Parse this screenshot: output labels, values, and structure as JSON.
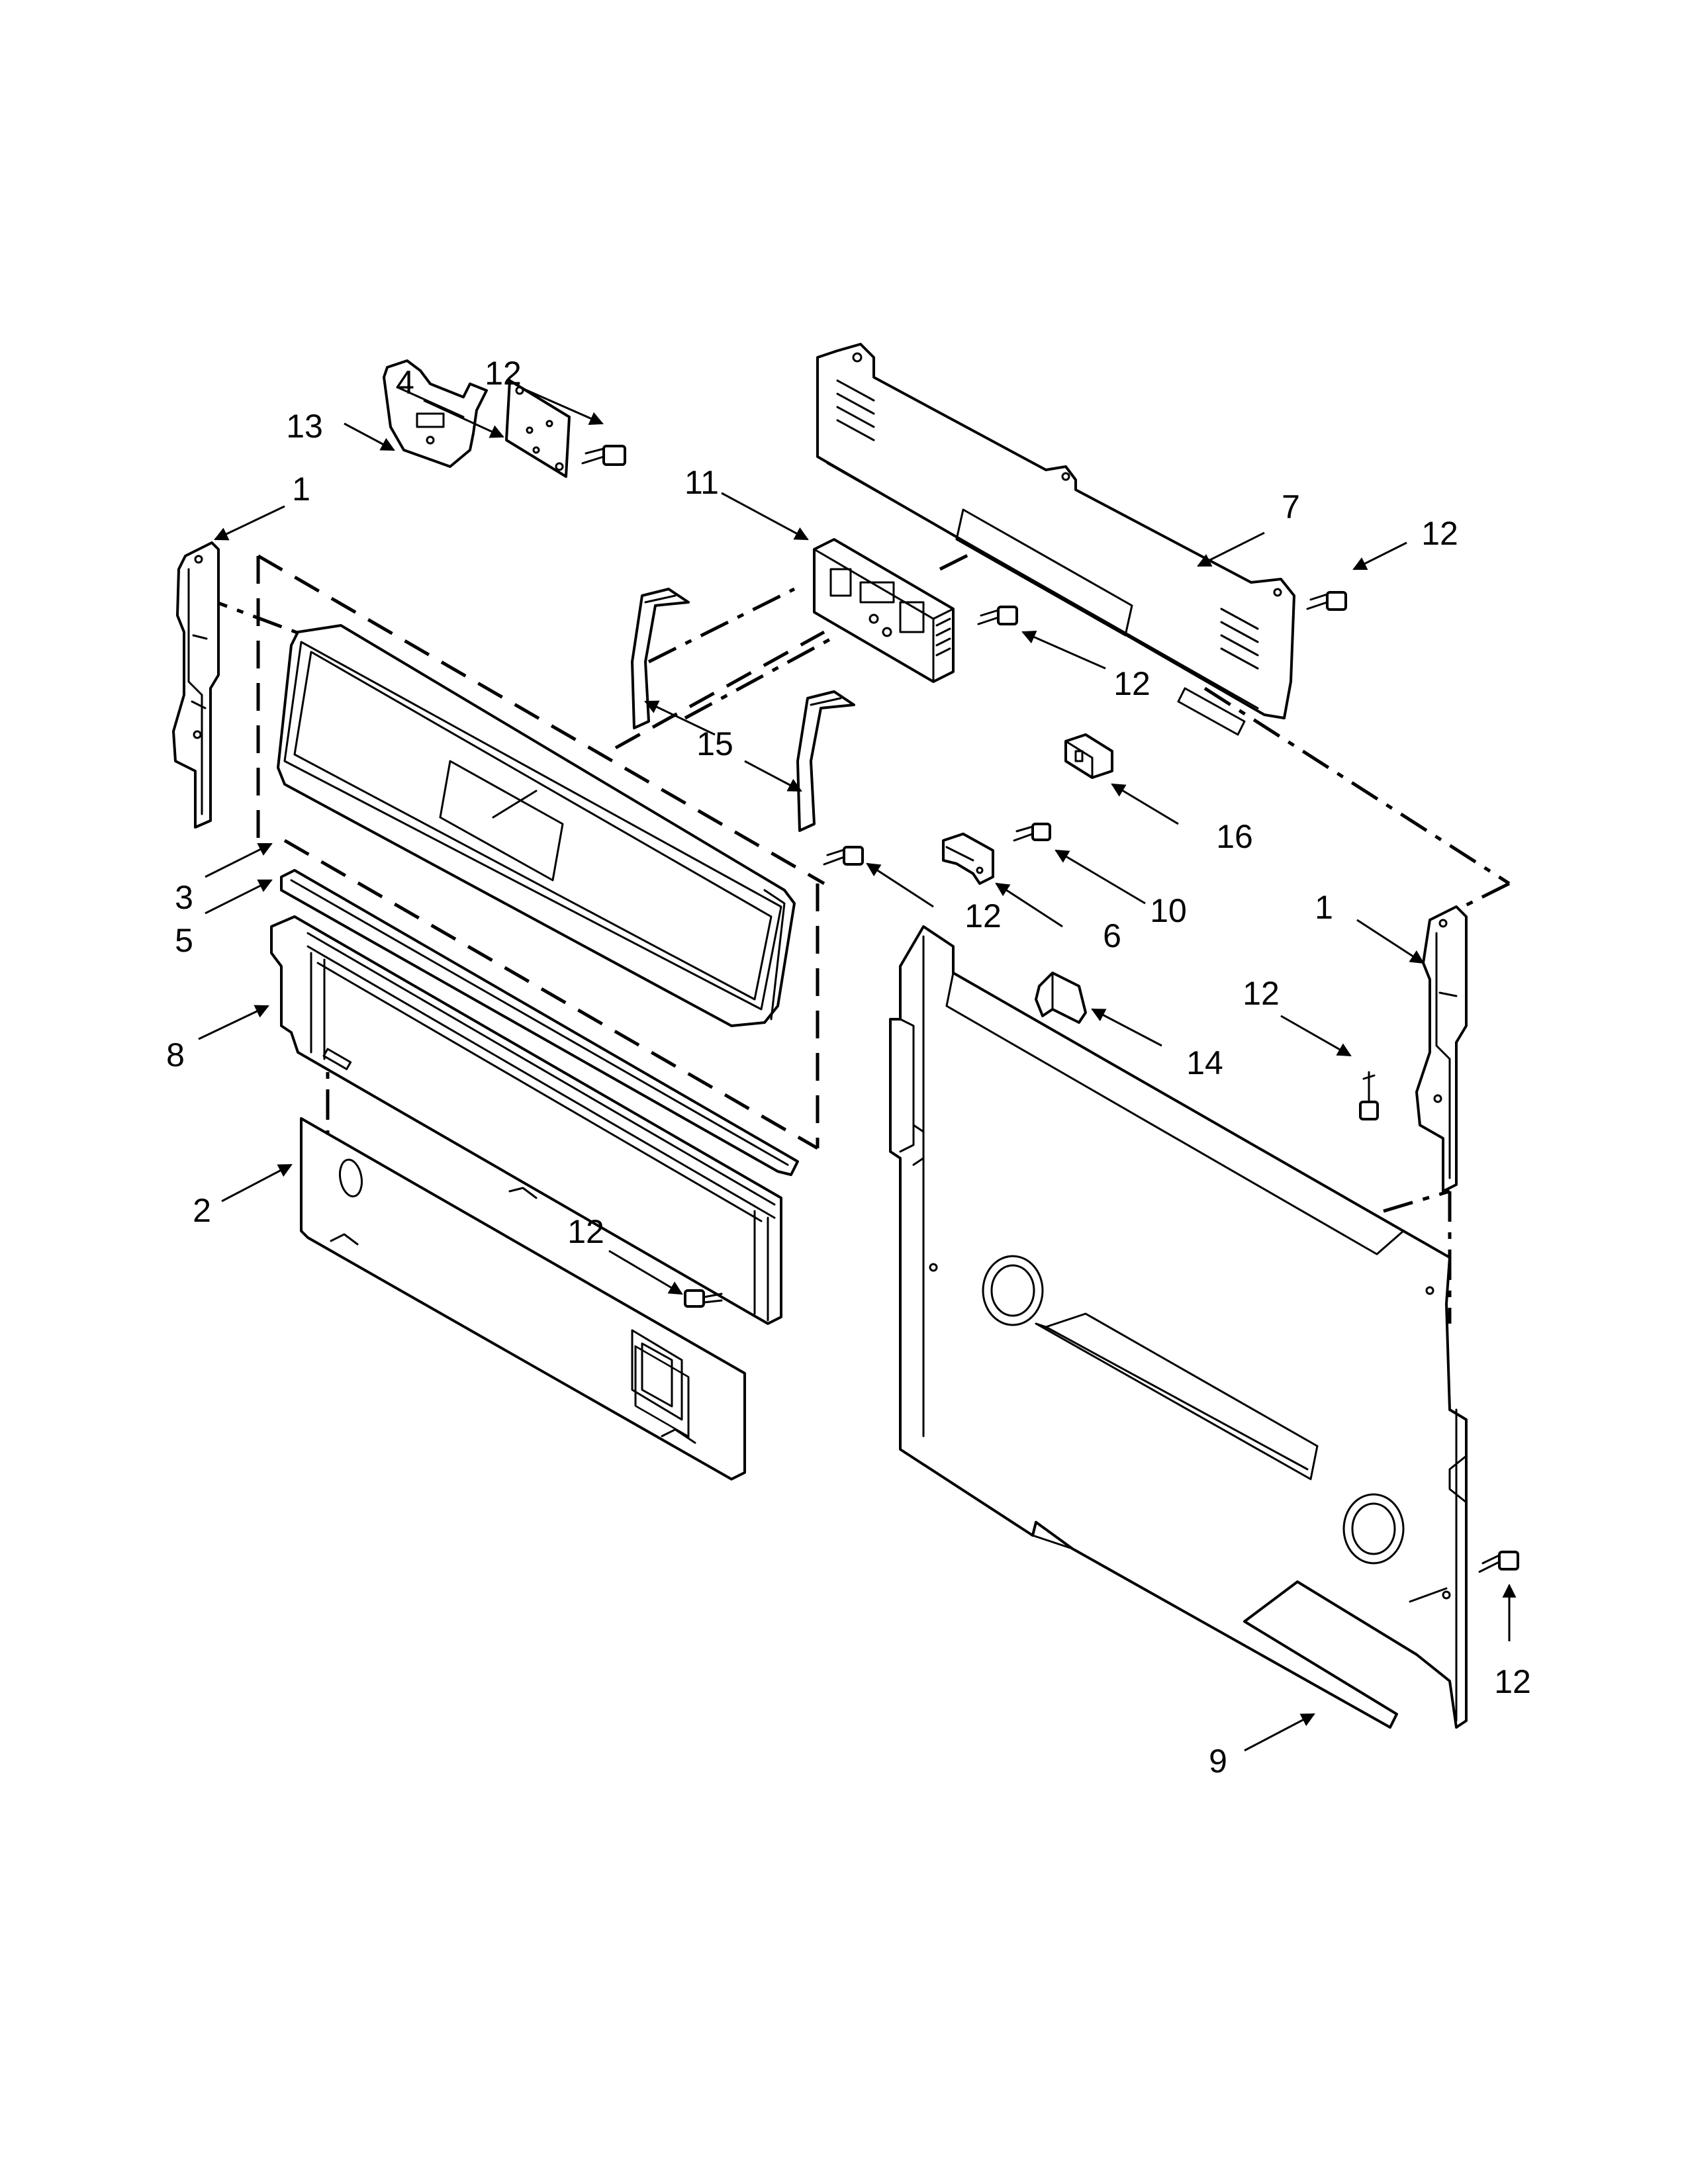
{
  "callouts": {
    "c1_left": "1",
    "c1_right": "1",
    "c2": "2",
    "c3": "3",
    "c4": "4",
    "c5": "5",
    "c6": "6",
    "c7": "7",
    "c8": "8",
    "c9": "9",
    "c10": "10",
    "c11": "11",
    "c12_top": "12",
    "c12_right_top": "12",
    "c12_control": "12",
    "c12_console": "12",
    "c12_right_mid": "12",
    "c12_lower": "12",
    "c12_bottom_right": "12",
    "c13": "13",
    "c14": "14",
    "c15": "15",
    "c16": "16"
  },
  "colors": {
    "line": "#000000",
    "background": "#ffffff"
  }
}
